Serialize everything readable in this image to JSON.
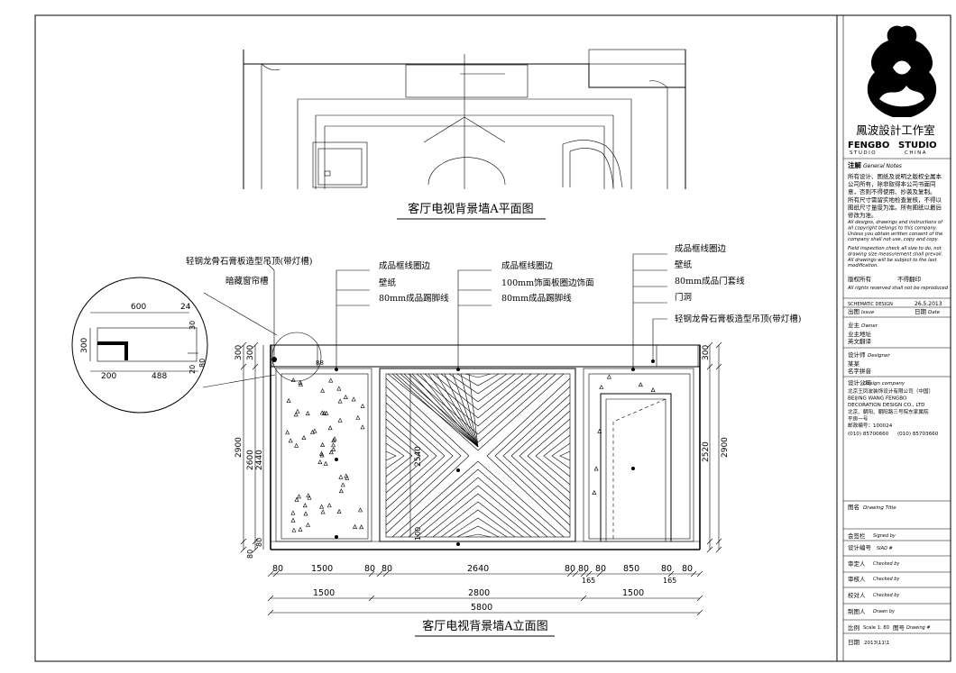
{
  "plan": {
    "title": "客厅电视背景墙A平面图"
  },
  "elevation": {
    "title": "客厅电视背景墙A立面图",
    "detail_labels": {
      "w600": "600",
      "w24": "24",
      "h30": "30",
      "h300": "300",
      "w200": "200",
      "w488": "488",
      "h20": "20",
      "h80": "80"
    },
    "callouts_left": [
      "轻钢龙骨石膏板造型吊顶(带灯槽)",
      "暗藏窗帘槽"
    ],
    "callouts_mid1": [
      "成品框线圈边",
      "壁纸",
      "80mm成品踢脚线"
    ],
    "callouts_mid2": [
      "成品框线圈边",
      "100mm饰面板圈边饰面",
      "80mm成品踢脚线"
    ],
    "callouts_right": [
      "成品框线圈边",
      "壁纸",
      "80mm成品门套线",
      "门洞",
      "轻钢龙骨石膏板造型吊顶(带灯槽)"
    ],
    "dims_left": [
      "300",
      "2900",
      "300",
      "2600",
      "2440",
      "80",
      "80"
    ],
    "dims_right": [
      "300",
      "2520",
      "2900"
    ],
    "dims_inner": [
      "2540",
      "100",
      "88"
    ],
    "dims_bottom1": [
      "80",
      "1500",
      "80",
      "80",
      "2640",
      "80",
      "80",
      "80",
      "850",
      "80",
      "80"
    ],
    "dims_bottom1_sub": [
      "165",
      "165"
    ],
    "dims_bottom2": [
      "1500",
      "2800",
      "1500"
    ],
    "dims_total": "5800"
  },
  "titleblock": {
    "brand_cn": "鳳波設計工作室",
    "brand_en1": "FENGBO",
    "brand_en2": "STUDIO",
    "brand_sub1": "STUDIO",
    "brand_sub2": "CHINA",
    "notes_cn_label": "注解",
    "notes_en_label": "General Notes",
    "notes_cn": [
      "所有设计、图纸及说明之版权全属本",
      "公司所有，除非取得本公司书面同",
      "意，否则不得使用、抄袭及复制。",
      "所有尺寸需留实地检查复核，不得以",
      "图纸尺寸量度为准。所有图纸以最后",
      "修改为准。"
    ],
    "notes_en1": [
      "All designs, drawings and instructions of",
      "all copyright belongs to this company.",
      "Unless you obtain written consent of the",
      "company shall not use, copy and copy."
    ],
    "notes_en2": [
      "Field inspection check all size to do, not",
      "drawing size measurement shall prevail.",
      "All drawings will be subject to the last",
      "modification."
    ],
    "copyright_cn": "版权所有",
    "copyright_cn2": "不得翻印",
    "copyright_en": "All rights reserved shall not be reproduced",
    "schematic": "SCHEMATIC DESIGN",
    "schematic_date": "26.5.2013",
    "issue_cn": "出图",
    "issue_en": "Issue",
    "date_cn": "日期",
    "date_en": "Date",
    "owner_cn": "业主",
    "owner_en": "Owner",
    "owner_addr": "业主地址",
    "owner_trans": "英文翻译",
    "designer_cn": "设计师",
    "designer_en": "Designer",
    "designer_name": "某某",
    "designer_pinyin": "名字拼音",
    "company_cn": "设计公司",
    "company_en": "Design company",
    "company_lines": [
      "北京王凤波装饰设计有限公司（中国）",
      "BEIJING  WANG FENGBO",
      "DECORATION  DESIGN  CO., LTD",
      "北京、朝阳、朝阳路三号院东家属院",
      "平房一号",
      "邮政编号：100024"
    ],
    "phone1": "(010) 85700660",
    "phone2": "(010) 85703660",
    "drawing_title_cn": "图名",
    "drawing_title_en": "Drawing Title",
    "signed_cn": "会签栏",
    "signed_en": "Signed by",
    "sid_cn": "设计编号",
    "sid_en": "SIAD #",
    "checked1_cn": "审定人",
    "checked1_en": "Checked by",
    "checked2_cn": "审核人",
    "checked2_en": "Checked by",
    "checked3_cn": "校对人",
    "checked3_en": "Checked by",
    "drawn_cn": "制图人",
    "drawn_en": "Drawn by",
    "scale_cn": "比例",
    "scale_en": "Scale 1: 80",
    "drawno_cn": "图号",
    "drawno_en": "Drawing #",
    "date2_cn": "日期",
    "date2_val": "2013\\11\\1"
  }
}
